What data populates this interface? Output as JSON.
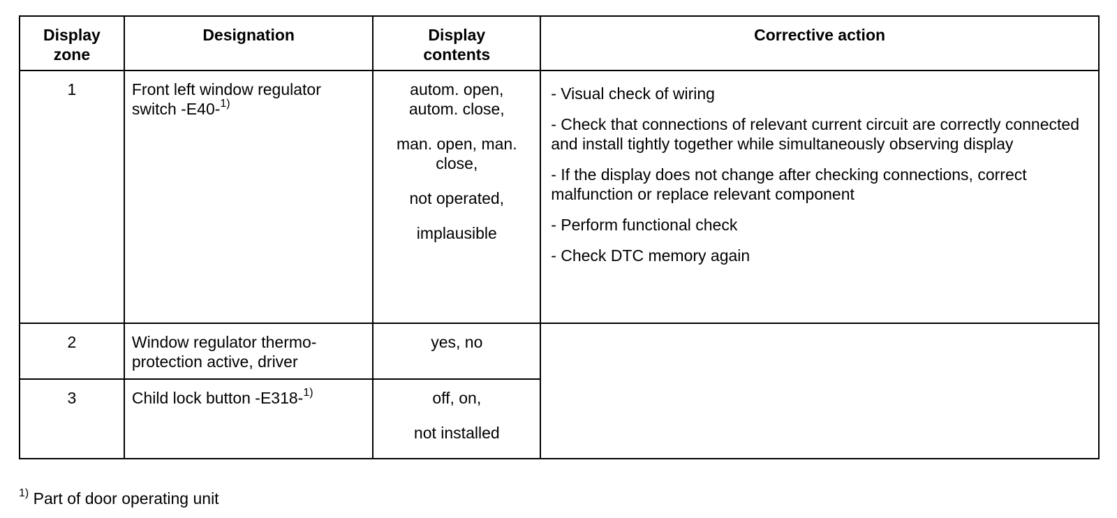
{
  "headers": {
    "zone": "Display zone",
    "designation": "Designation",
    "contents": "Display contents",
    "action": "Corrective action"
  },
  "rows": [
    {
      "zone": "1",
      "designation": "Front left window regulator switch -E40-",
      "designation_sup": "1)",
      "contents": [
        "autom. open, autom. close,",
        "man. open, man. close,",
        "not operated,",
        "implausible"
      ],
      "actions": [
        "- Visual check of wiring",
        "- Check that connections of relevant current circuit are correctly connected and install tightly together while simultaneously observing display",
        "- If the display does not change after checking connections, correct malfunction or replace relevant component",
        "- Perform functional check",
        "- Check DTC memory again"
      ]
    },
    {
      "zone": "2",
      "designation": "Window regulator thermo-protection active, driver",
      "contents": [
        "yes, no"
      ]
    },
    {
      "zone": "3",
      "designation": "Child lock button -E318-",
      "designation_sup": "1)",
      "contents": [
        "off, on,",
        "not installed"
      ]
    }
  ],
  "footnote": {
    "marker": "1)",
    "text": "Part of door operating unit"
  }
}
